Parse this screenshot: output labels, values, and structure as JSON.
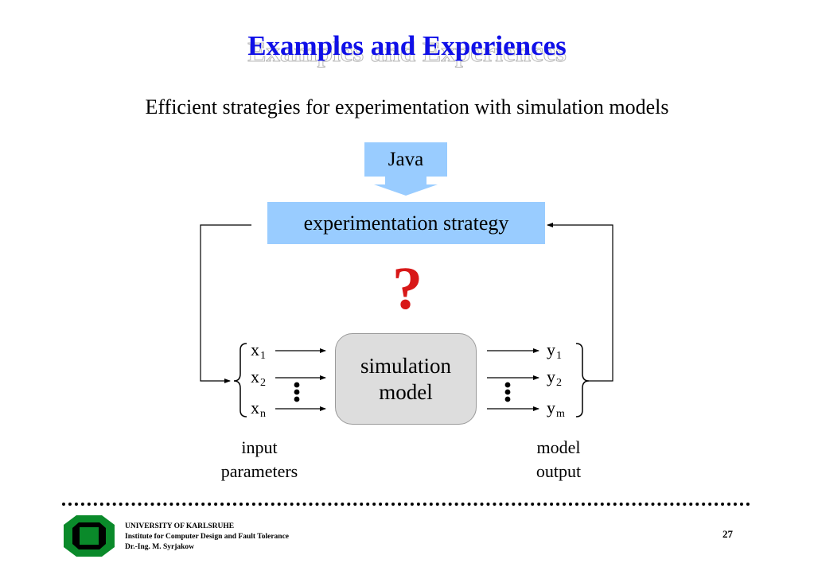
{
  "slide": {
    "title": "Examples and Experiences",
    "subtitle": "Efficient strategies for experimentation with simulation models"
  },
  "diagram": {
    "java_label": "Java",
    "strategy_label": "experimentation strategy",
    "question_mark": "?",
    "simulation_line1": "simulation",
    "simulation_line2": "model",
    "inputs": [
      {
        "name": "x",
        "sub": "1"
      },
      {
        "name": "x",
        "sub": "2"
      },
      {
        "name": "x",
        "sub": "n"
      }
    ],
    "outputs": [
      {
        "name": "y",
        "sub": "1"
      },
      {
        "name": "y",
        "sub": "2"
      },
      {
        "name": "y",
        "sub": "m"
      }
    ],
    "input_caption_line1": "input",
    "input_caption_line2": "parameters",
    "output_caption_line1": "model",
    "output_caption_line2": "output",
    "colors": {
      "title": "#1010e8",
      "box_fill": "#99ccff",
      "question": "#d81818",
      "simulation_fill": "#dddddd"
    }
  },
  "footer": {
    "university": "UNIVERSITY OF KARLSRUHE",
    "institute": "Institute for Computer Design and Fault Tolerance",
    "author": "Dr.-Ing. M. Syrjakow",
    "page_number": "27"
  }
}
